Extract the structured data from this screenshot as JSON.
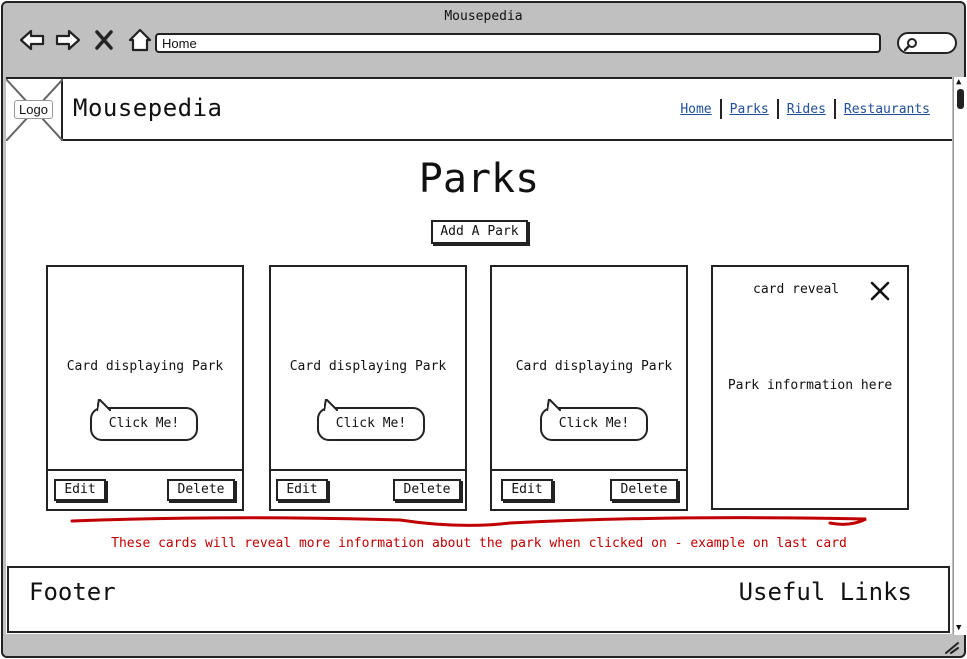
{
  "window": {
    "title": "Mousepedia"
  },
  "browser": {
    "address": "Home",
    "icons": [
      "back-icon",
      "forward-icon",
      "stop-icon",
      "home-icon",
      "search-icon"
    ]
  },
  "header": {
    "logo_label": "Logo",
    "site_title": "Mousepedia",
    "nav": [
      "Home",
      "Parks",
      "Rides",
      "Restaurants"
    ]
  },
  "main": {
    "page_title": "Parks",
    "add_button": "Add A Park",
    "cards": [
      {
        "text": "Card displaying Park",
        "bubble": "Click Me!",
        "edit": "Edit",
        "delete": "Delete"
      },
      {
        "text": "Card displaying Park",
        "bubble": "Click Me!",
        "edit": "Edit",
        "delete": "Delete"
      },
      {
        "text": "Card displaying Park",
        "bubble": "Click Me!",
        "edit": "Edit",
        "delete": "Delete"
      }
    ],
    "reveal_card": {
      "title": "card reveal",
      "info": "Park information here"
    },
    "note": "These cards will reveal more information about the park when clicked on - example on last card",
    "note_color": "#c00000"
  },
  "footer": {
    "left": "Footer",
    "right": "Useful Links"
  },
  "colors": {
    "chrome": "#c0c0c0",
    "link": "#1f4f9c",
    "annotation": "#c00000"
  }
}
